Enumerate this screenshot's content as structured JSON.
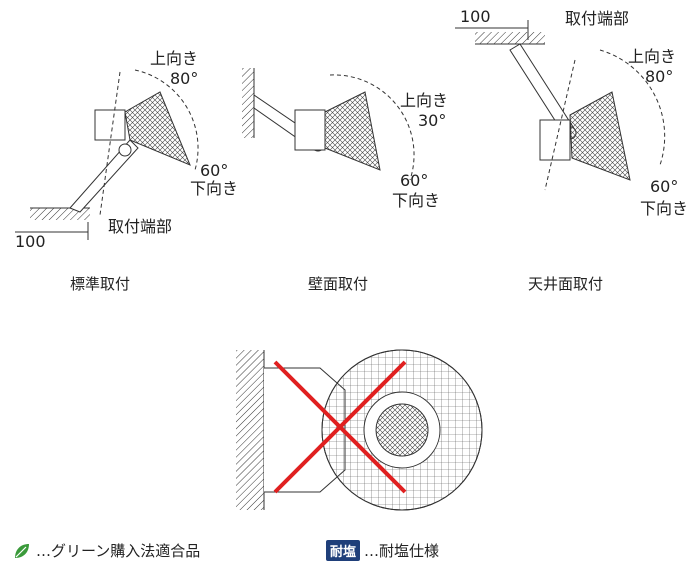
{
  "panels": [
    {
      "caption": "標準取付",
      "up_label": "上向き",
      "up_angle": "80°",
      "down_angle": "60°",
      "down_label": "下向き",
      "end_label": "取付端部",
      "dimension": "100"
    },
    {
      "caption": "壁面取付",
      "up_label": "上向き",
      "up_angle": "30°",
      "down_angle": "60°",
      "down_label": "下向き"
    },
    {
      "caption": "天井面取付",
      "up_label": "上向き",
      "up_angle": "80°",
      "down_angle": "60°",
      "down_label": "下向き",
      "end_label": "取付端部",
      "dimension": "100"
    }
  ],
  "prohibited": {
    "mark_color": "#e02020"
  },
  "legend": {
    "green_text": "…グリーン購入法適合品",
    "green_icon": "leaf-icon",
    "green_color": "#3a9a3a",
    "salt_badge": "耐塩",
    "salt_text": "…耐塩仕様",
    "salt_color": "#1f3f7a"
  }
}
